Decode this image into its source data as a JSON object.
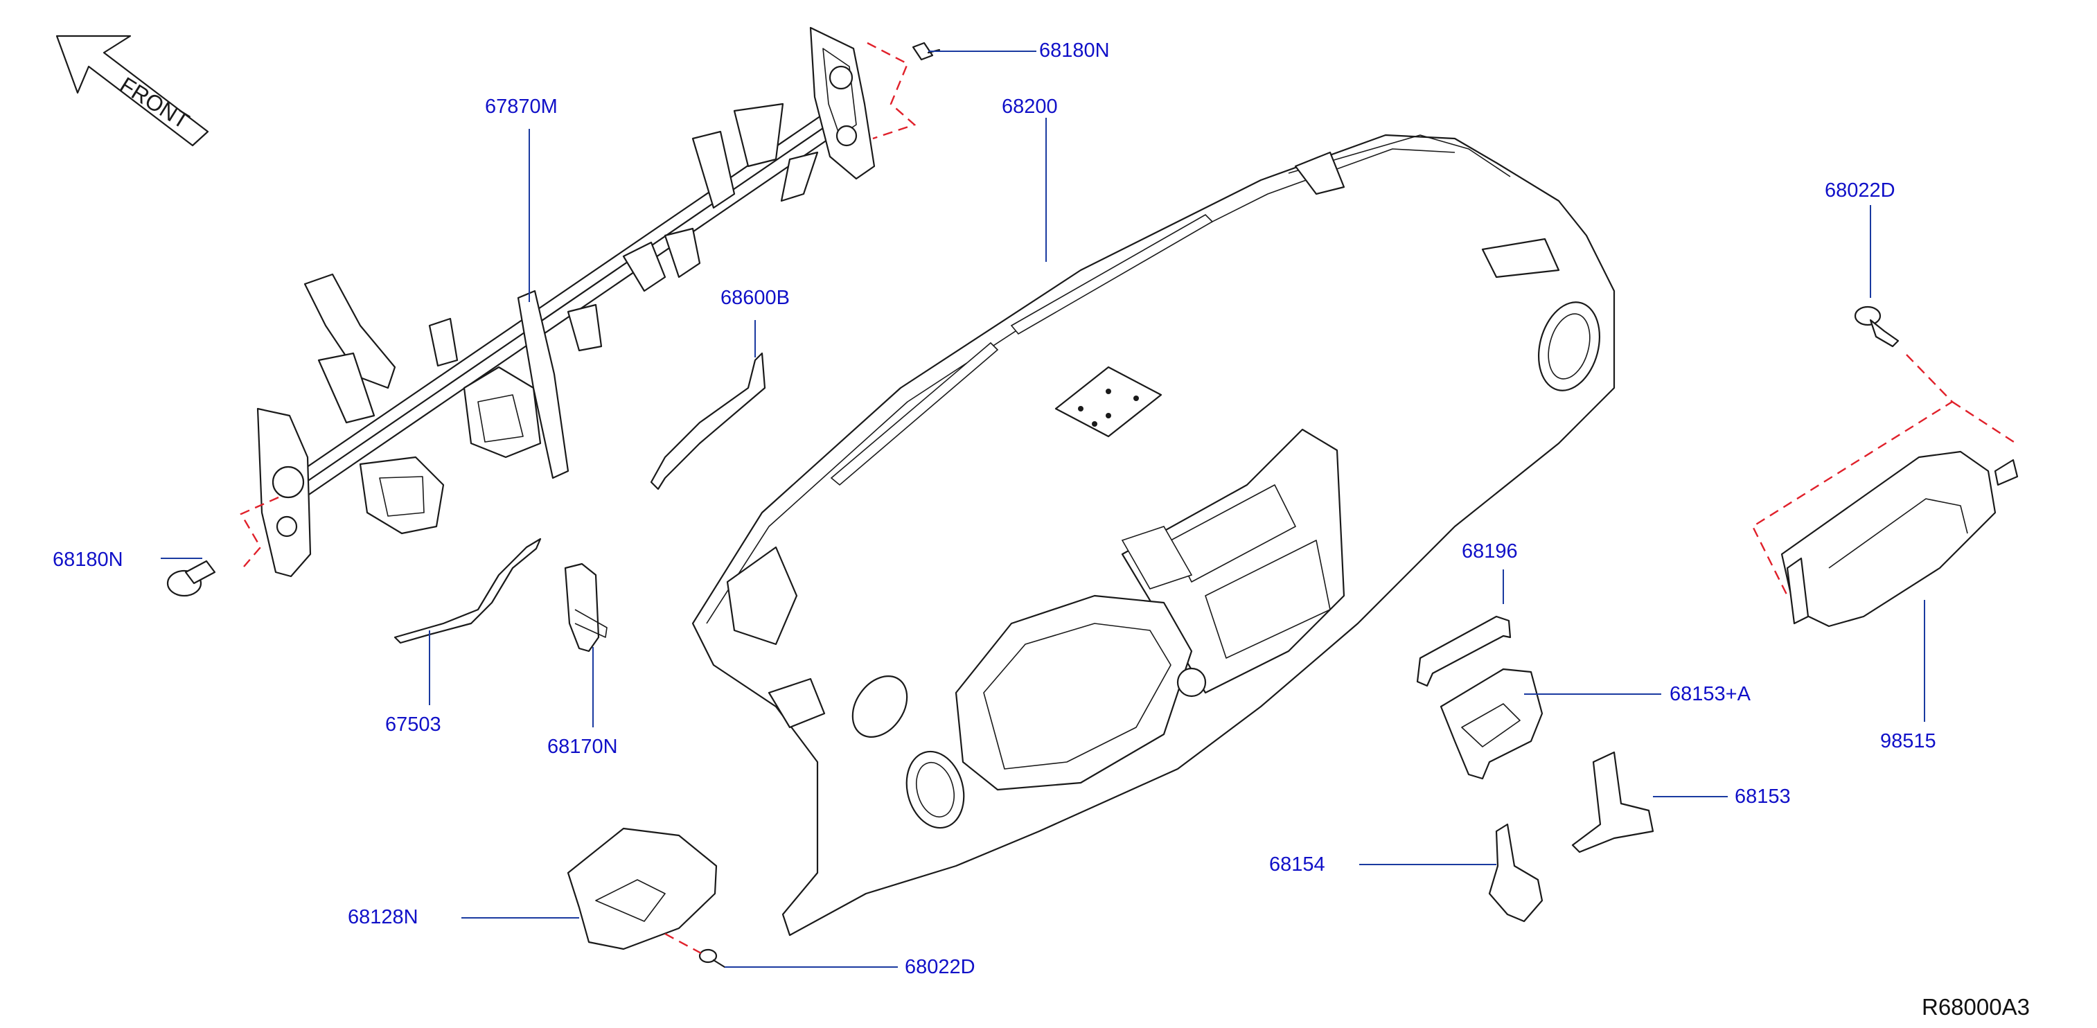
{
  "colors": {
    "label": "#1010c8",
    "leader": "#1a3aa0",
    "dashed_guide": "#e0202a",
    "line_art": "#1a1a1a",
    "code": "#111111"
  },
  "orientation": {
    "label": "FRONT",
    "icon": "arrow-up-left-icon"
  },
  "parts": [
    {
      "id": "p1",
      "label": "68180N"
    },
    {
      "id": "p2",
      "label": "67870M"
    },
    {
      "id": "p3",
      "label": "68200"
    },
    {
      "id": "p4",
      "label": "68022D"
    },
    {
      "id": "p5",
      "label": "68600B"
    },
    {
      "id": "p6",
      "label": "68180N"
    },
    {
      "id": "p7",
      "label": "68196"
    },
    {
      "id": "p8",
      "label": "68153+A"
    },
    {
      "id": "p9",
      "label": "67503"
    },
    {
      "id": "p10",
      "label": "68170N"
    },
    {
      "id": "p11",
      "label": "98515"
    },
    {
      "id": "p12",
      "label": "68153"
    },
    {
      "id": "p13",
      "label": "68154"
    },
    {
      "id": "p14",
      "label": "68128N"
    },
    {
      "id": "p15",
      "label": "68022D"
    }
  ],
  "diagram_code": "R68000A3"
}
